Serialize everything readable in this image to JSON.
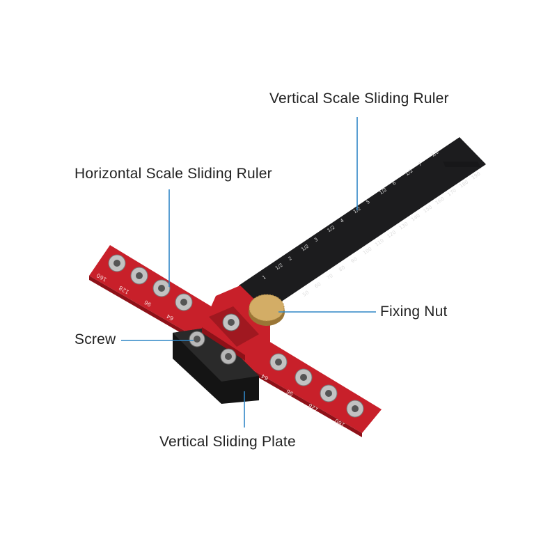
{
  "labels": {
    "vertical_ruler": "Vertical Scale Sliding Ruler",
    "horizontal_ruler": "Horizontal Scale Sliding Ruler",
    "fixing_nut": "Fixing Nut",
    "screw": "Screw",
    "sliding_plate": "Vertical Sliding Plate"
  },
  "scale": {
    "inch_marks": [
      "1",
      "1/2",
      "2",
      "1/2",
      "3",
      "1/2",
      "4",
      "1/2",
      "5",
      "1/2",
      "6",
      "1/2",
      "7",
      "1/2"
    ],
    "mm_marks": [
      "50",
      "60",
      "70",
      "80",
      "90",
      "100",
      "110",
      "120",
      "130",
      "140",
      "150",
      "160",
      "170",
      "180",
      "190"
    ],
    "hole_spacing_left": [
      "160",
      "128",
      "96",
      "64"
    ],
    "hole_spacing_right": [
      "64",
      "96",
      "128",
      "160"
    ]
  },
  "colors": {
    "leader": "#2f86c6",
    "ruler_black": "#1c1c1e",
    "ruler_red": "#c8202a",
    "nut_gold": "#c9a15a"
  }
}
